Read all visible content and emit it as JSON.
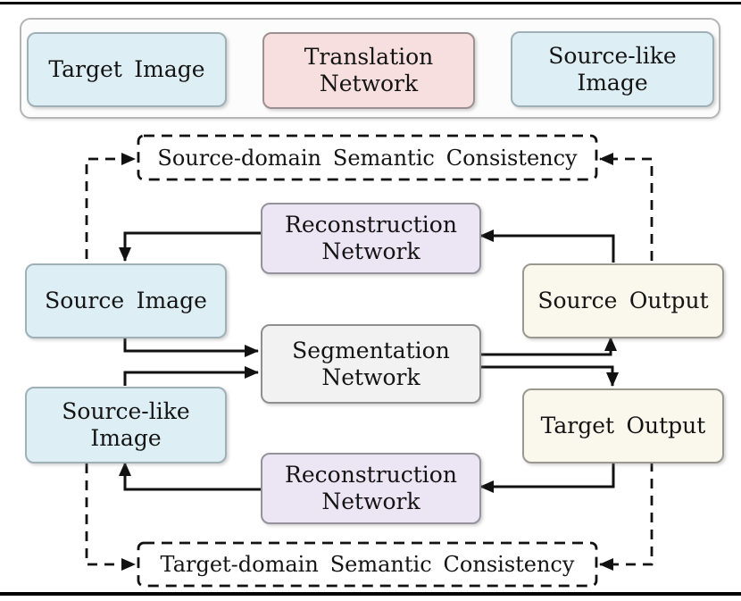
{
  "top_row": {
    "target_image": "Target Image",
    "translation_network": "Translation Network",
    "source_like_image": "Source-like Image"
  },
  "flow": {
    "source_domain_consistency": "Source-domain Semantic Consistency",
    "reconstruction_network_top": "Reconstruction Network",
    "source_image": "Source Image",
    "source_output": "Source Output",
    "segmentation_network": "Segmentation Network",
    "source_like_image": "Source-like Image",
    "target_output": "Target Output",
    "reconstruction_network_bottom": "Reconstruction Network",
    "target_domain_consistency": "Target-domain Semantic Consistency"
  },
  "colors": {
    "image_box_fill": "#ddeef4",
    "translation_box_fill": "#f8dfdf",
    "reconstruction_box_fill": "#ece6f4",
    "segmentation_box_fill": "#f2f2f2",
    "output_box_fill": "#faf7ec",
    "container_fill": "#fcfcfc",
    "line_color": "#111111",
    "text_color": "#141414",
    "box_border": "#8d9094"
  }
}
